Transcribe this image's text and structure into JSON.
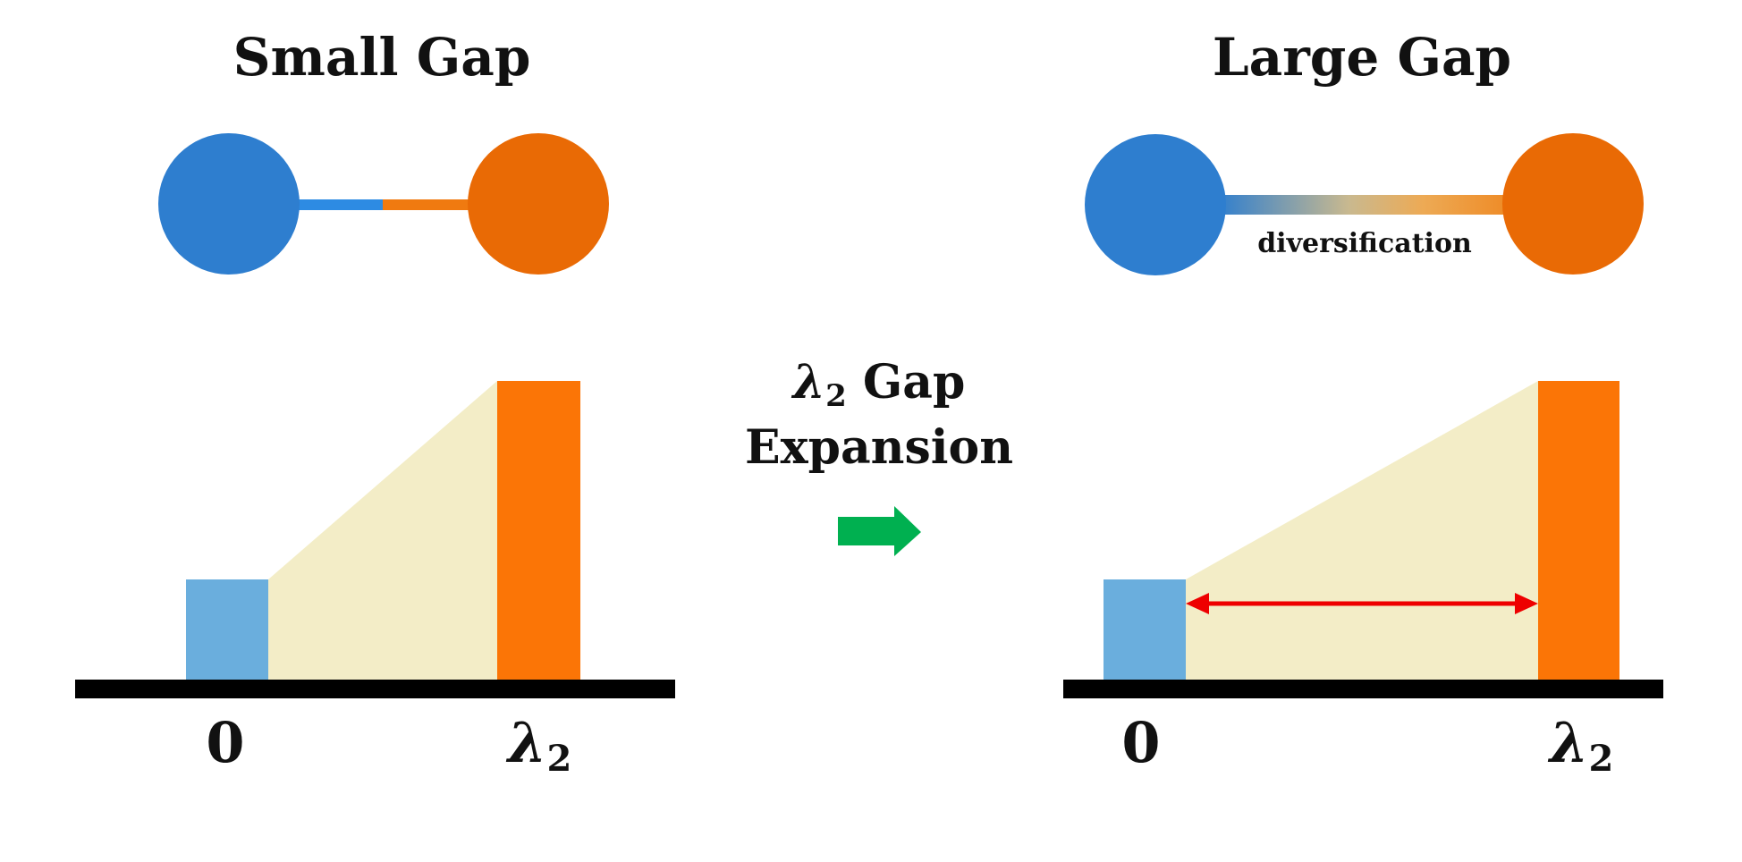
{
  "left_panel": {
    "title": "Small Gap",
    "tick_zero": "0",
    "tick_lambda": "λ",
    "tick_lambda_sub": "2"
  },
  "right_panel": {
    "title": "Large Gap",
    "edge_label": "diversification",
    "tick_zero": "0",
    "tick_lambda": "λ",
    "tick_lambda_sub": "2"
  },
  "middle": {
    "line1_lambda": "λ",
    "line1_sub": "2",
    "line1_rest": " Gap",
    "line2": "Expansion"
  },
  "colors": {
    "node_blue": "#2E7ECF",
    "node_orange": "#E96A05",
    "bar_blue": "#6AAEDD",
    "bar_orange": "#FB7506",
    "shade": "#F3EDC7",
    "axis": "#000000",
    "arrow_green": "#00B050",
    "gap_arrow_red": "#EE0000"
  }
}
